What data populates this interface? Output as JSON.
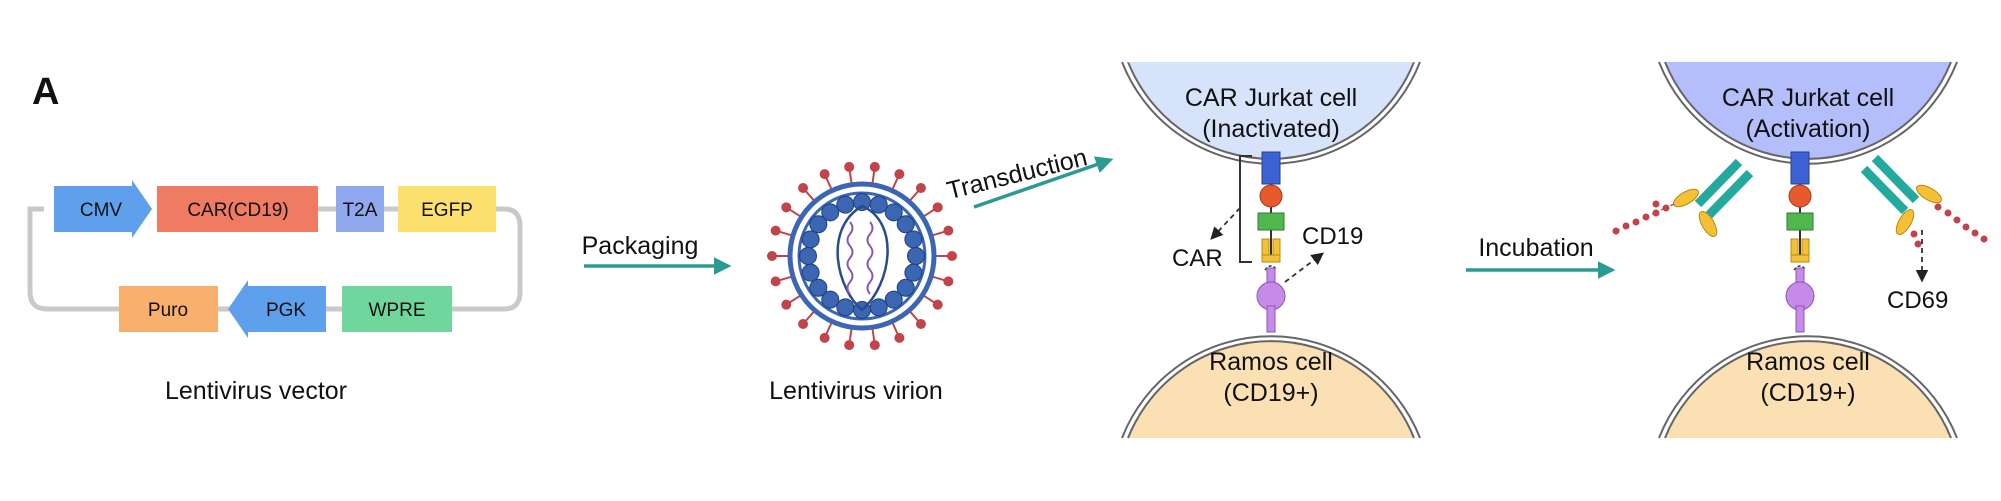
{
  "panel_label": "A",
  "vector": {
    "caption": "Lentivirus vector",
    "elements": {
      "cmv": "CMV",
      "car": "CAR(CD19)",
      "t2a": "T2A",
      "egfp": "EGFP",
      "puro": "Puro",
      "pgk": "PGK",
      "wpre": "WPRE"
    }
  },
  "virion": {
    "caption": "Lentivirus virion"
  },
  "steps": {
    "packaging": "Packaging",
    "transduction": "Transduction",
    "incubation": "Incubation"
  },
  "inactive_panel": {
    "jurkat_line1": "CAR Jurkat cell",
    "jurkat_line2": "(Inactivated)",
    "ramos_line1": "Ramos cell",
    "ramos_line2": "(CD19+)",
    "car_label": "CAR",
    "cd19_label": "CD19"
  },
  "active_panel": {
    "jurkat_line1": "CAR Jurkat cell",
    "jurkat_line2": "(Activation)",
    "ramos_line1": "Ramos cell",
    "ramos_line2": "(CD19+)",
    "cd69_label": "CD69"
  },
  "colors": {
    "cmv": "#5fa0ec",
    "car": "#ef7b63",
    "t2a": "#8fa8ee",
    "egfp": "#fbe06d",
    "puro": "#f9b06d",
    "pgk": "#5fa0ec",
    "wpre": "#6fd79d",
    "arrow": "#2a9b92",
    "jurkat_inactive": "#d6e3fb",
    "jurkat_active": "#b4befa",
    "ramos": "#fbe0b3",
    "virion_blue": "#3a66b4",
    "virion_spike": "#c2444a",
    "cd69": "#23a99e",
    "receptor_blue": "#3d62d6",
    "receptor_red": "#e85a2e",
    "receptor_green": "#50b84e",
    "receptor_yellow": "#f3c036",
    "cd19": "#c68ae7"
  }
}
